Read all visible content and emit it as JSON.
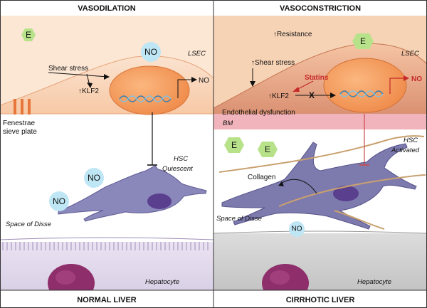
{
  "left": {
    "header": "VASODILATION",
    "footer": "NORMAL LIVER",
    "lsec": "LSEC",
    "shear": "Shear stress",
    "klf2": "↑KLF2",
    "no_out": "NO",
    "no_bubble": "NO",
    "fenestrae": [
      "Fenestrae",
      "sieve plate"
    ],
    "hsc": [
      "HSC",
      "Quiescent"
    ],
    "no_side_1": "NO",
    "no_side_2": "NO",
    "disse": "Space of Disse",
    "hepatocyte": "Hepatocyte",
    "e_hex": "E"
  },
  "right": {
    "header": "VASOCONSTRICTION",
    "footer": "CIRRHOTIC LIVER",
    "resistance": "↑Resistance",
    "lsec": "LSEC",
    "shear": "↑Shear stress",
    "statins": "Statins",
    "klf2": "↑KLF2",
    "blocked": "X",
    "no_out": "NO",
    "dysfunction": "Endothelial dysfunction",
    "bm": "BM",
    "hsc": [
      "HSC",
      "Activated"
    ],
    "collagen": "Collagen",
    "disse": "Space of Disse",
    "no_small": "NO",
    "hepatocyte": "Hepatocyte",
    "e_hex_1": "E",
    "e_hex_2": "E",
    "e_hex_3": "E"
  },
  "colors": {
    "lsec_normal": "#f6c09a",
    "lsec_cirrhotic": "#d98c6a",
    "nucleus": "#f59a5e",
    "hsc": "#8a87bb",
    "hsc_nucleus": "#5a3f8f",
    "hepatocyte_nucleus": "#8e2f6b",
    "e_hex": "#b8e28a",
    "no_bubble": "#bfe6f4",
    "statins": "#c62828"
  }
}
